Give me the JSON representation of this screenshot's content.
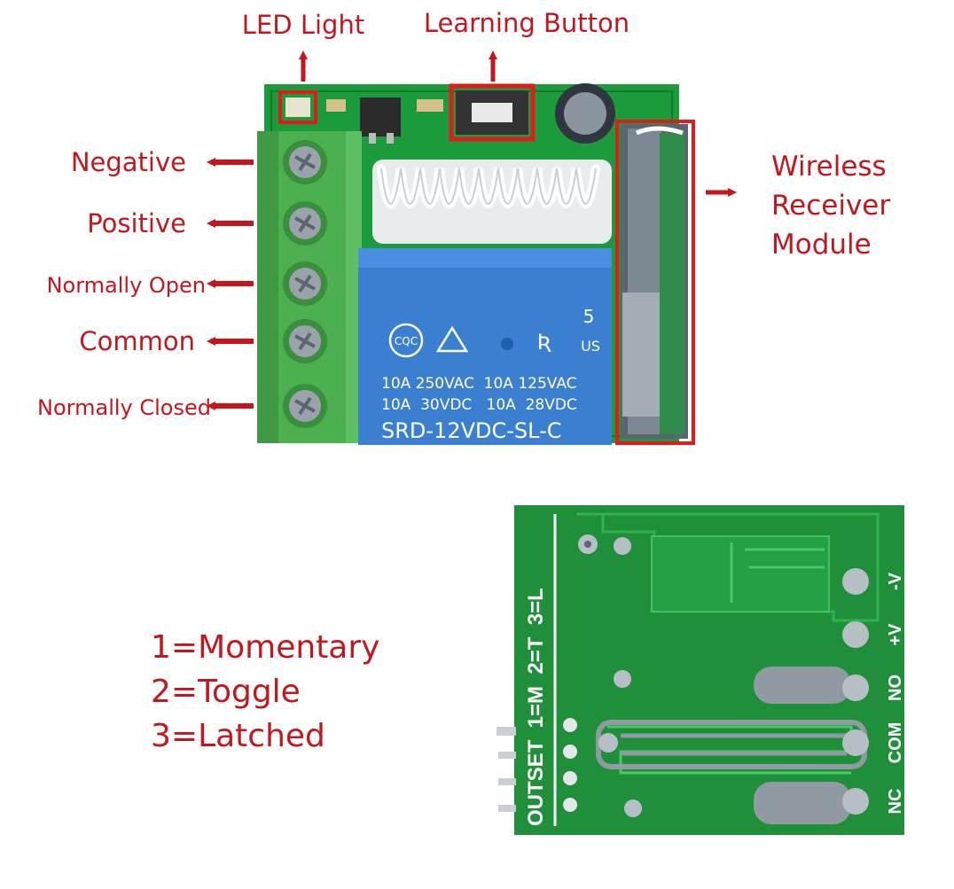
{
  "colors": {
    "label_red": "#c4161c",
    "pcb_green": "#1c9b3c",
    "terminal_green": "#4caf50",
    "relay_blue": "#3b7fd1"
  },
  "top_view": {
    "top_labels": {
      "led_light": "LED Light",
      "learning_button": "Learning Button"
    },
    "terminals": [
      {
        "label": "Negative"
      },
      {
        "label": "Positive"
      },
      {
        "label": "Normally Open"
      },
      {
        "label": "Common"
      },
      {
        "label": "Normally Closed"
      }
    ],
    "wireless_module": {
      "lines": [
        "Wireless",
        "Receiver",
        "Module"
      ]
    },
    "relay": {
      "cert_left": "CQC",
      "cert_number": "5",
      "cert_right": "US",
      "rating_line_1": "10A 250VAC  10A 125VAC",
      "rating_line_2": "10A  30VDC   10A  28VDC",
      "model": "SRD-12VDC-SL-C"
    }
  },
  "modes": [
    {
      "label": "1=Momentary"
    },
    {
      "label": "2=Toggle"
    },
    {
      "label": "3=Latched"
    }
  ],
  "bottom_view": {
    "silk_mode": "OUTSET  1=M  2=T  3=L",
    "pins": [
      {
        "label": "-V"
      },
      {
        "label": "+V"
      },
      {
        "label": "NO"
      },
      {
        "label": "COM"
      },
      {
        "label": "NC"
      }
    ]
  }
}
